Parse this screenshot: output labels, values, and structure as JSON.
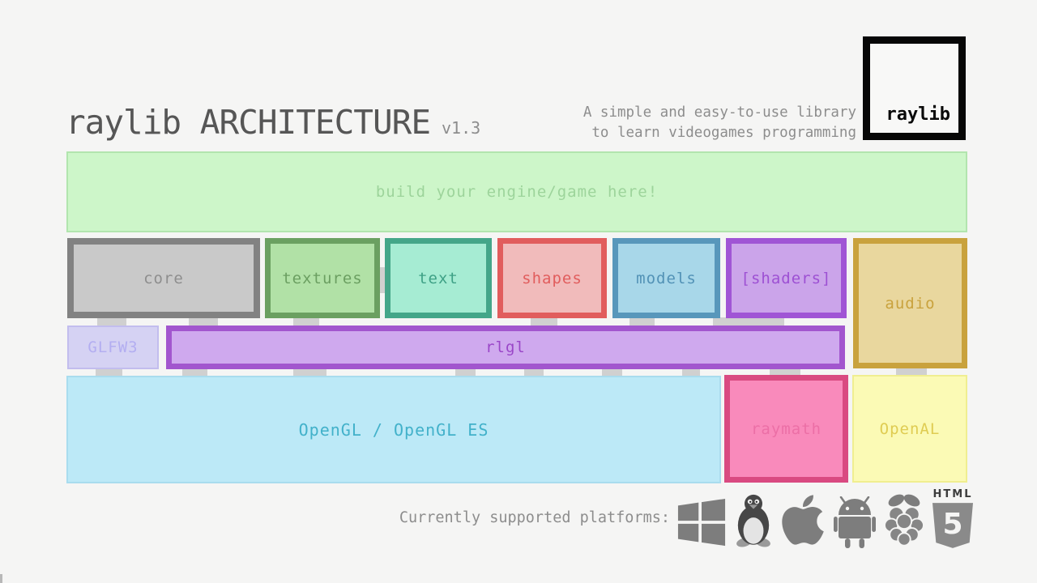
{
  "header": {
    "title": "raylib ARCHITECTURE",
    "version": "v1.3",
    "tagline_line1": "A simple and easy-to-use library",
    "tagline_line2": "to learn videogames programming",
    "logo_text": "raylib"
  },
  "colors": {
    "background": "#f5f5f4",
    "title_text": "#565656",
    "secondary_text": "#8d8d8d",
    "connector": "#d0d0d0",
    "icon_gray": "#7d7d7d"
  },
  "boxes": {
    "engine": {
      "label": "build your engine/game here!",
      "fill": "#cdf6c9",
      "border": "#b2e5ae",
      "text": "#9dd49b"
    },
    "core": {
      "label": "core",
      "fill": "#c9c9c9",
      "border": "#828282",
      "text": "#8e8e8e"
    },
    "textures": {
      "label": "textures",
      "fill": "#b1e1a6",
      "border": "#6ba061",
      "text": "#6b9f61"
    },
    "text": {
      "label": "text",
      "fill": "#a6ecd3",
      "border": "#44a689",
      "text": "#3ea186"
    },
    "shapes": {
      "label": "shapes",
      "fill": "#f1bbbb",
      "border": "#e15d5d",
      "text": "#e15d5d"
    },
    "models": {
      "label": "models",
      "fill": "#a8d7e9",
      "border": "#5897bb",
      "text": "#5292b6"
    },
    "shaders": {
      "label": "[shaders]",
      "fill": "#cba4ea",
      "border": "#a055d5",
      "text": "#9d50d3"
    },
    "audio": {
      "label": "audio",
      "fill": "#e9d79e",
      "border": "#c9a23d",
      "text": "#c9a23d"
    },
    "glfw3": {
      "label": "GLFW3",
      "fill": "#d5d2f3",
      "border": "#c2bdee",
      "text": "#b3aef1"
    },
    "rlgl": {
      "label": "rlgl",
      "fill": "#cfa9ee",
      "border": "#a256ce",
      "text": "#9a46c8"
    },
    "opengl": {
      "label": "OpenGL / OpenGL ES",
      "fill": "#bce9f7",
      "border": "#a9dcee",
      "text": "#42b1ca"
    },
    "raymath": {
      "label": "raymath",
      "fill": "#f98abb",
      "border": "#d94a81",
      "text": "#ec6fa6"
    },
    "openal": {
      "label": "OpenAL",
      "fill": "#fbfab5",
      "border": "#f0ee90",
      "text": "#dfcc52"
    }
  },
  "footer": {
    "platforms_label": "Currently supported platforms:",
    "platforms": [
      "windows",
      "linux",
      "apple",
      "android",
      "raspberry-pi",
      "html5"
    ],
    "html5_wordmark": "HTML",
    "html5_number": "5"
  }
}
